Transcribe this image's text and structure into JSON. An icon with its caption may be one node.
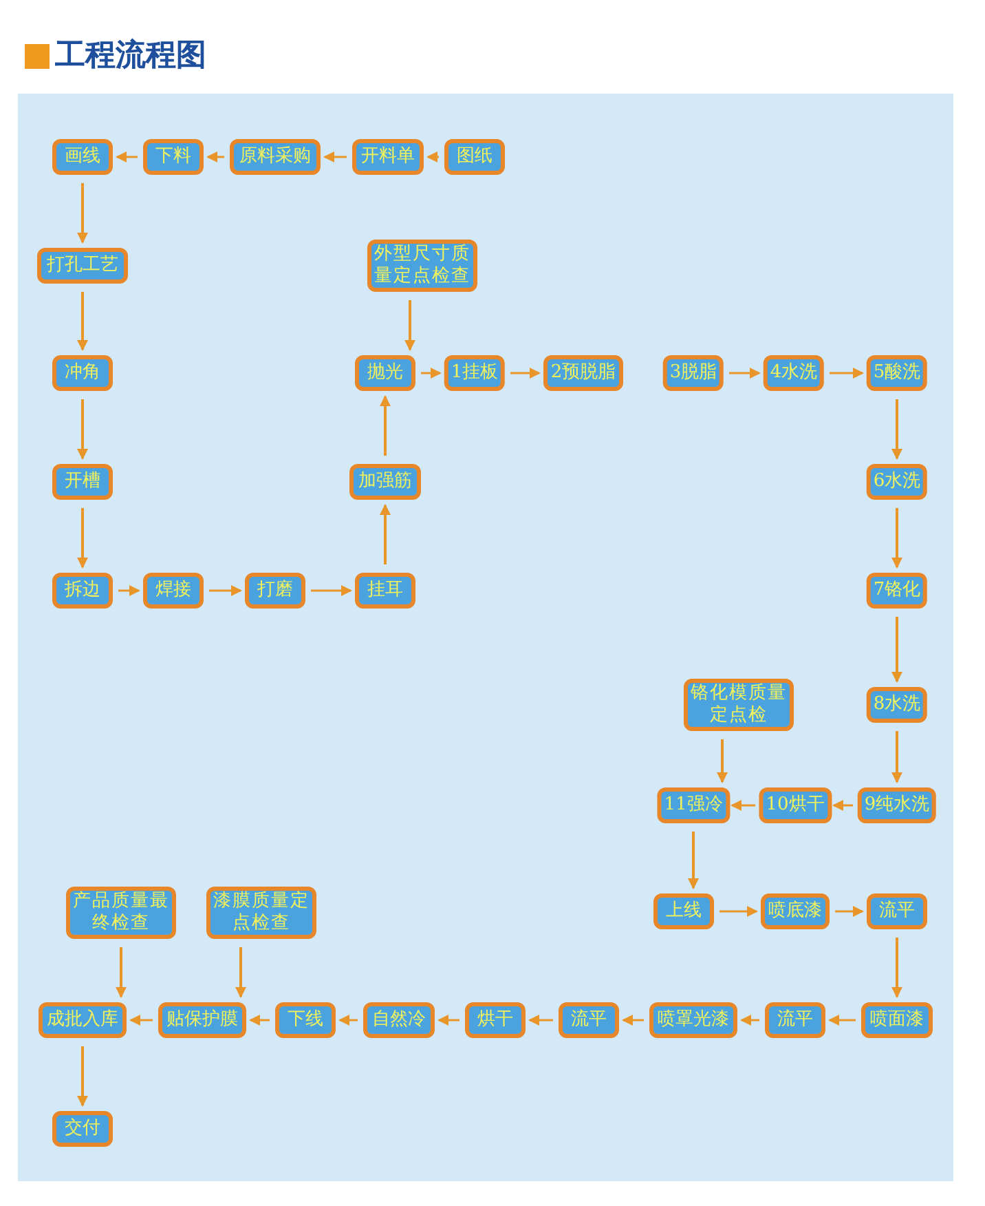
{
  "diagram": {
    "title": "工程流程图",
    "nodes": [
      {
        "text": [
          "图纸"
        ]
      },
      {
        "text": [
          "开料单"
        ]
      },
      {
        "text": [
          "原料采购"
        ]
      },
      {
        "text": [
          "下料"
        ]
      },
      {
        "text": [
          "画线"
        ]
      },
      {
        "text": [
          "打孔工艺"
        ]
      },
      {
        "text": [
          "冲角"
        ]
      },
      {
        "text": [
          "开槽"
        ]
      },
      {
        "text": [
          "拆边"
        ]
      },
      {
        "text": [
          "焊接"
        ]
      },
      {
        "text": [
          "打磨"
        ]
      },
      {
        "text": [
          "挂耳"
        ]
      },
      {
        "text": [
          "加强筋"
        ]
      },
      {
        "text": [
          "抛光"
        ]
      },
      {
        "text": [
          "外型尺寸质量定点检查"
        ]
      },
      {
        "text": [
          "1挂板"
        ]
      },
      {
        "text": [
          "2预脱脂"
        ]
      },
      {
        "text": [
          "3脱脂"
        ]
      },
      {
        "text": [
          "4水洗"
        ]
      },
      {
        "text": [
          "5酸洗"
        ]
      },
      {
        "text": [
          "6水洗"
        ]
      },
      {
        "text": [
          "7铬化"
        ]
      },
      {
        "text": [
          "8水洗"
        ]
      },
      {
        "text": [
          "9纯水洗"
        ]
      },
      {
        "text": [
          "10烘干"
        ]
      },
      {
        "text": [
          "铬化模质量定点检"
        ]
      },
      {
        "text": [
          "11强冷"
        ]
      },
      {
        "text": [
          "上线"
        ]
      },
      {
        "text": [
          "喷底漆"
        ]
      },
      {
        "text": [
          "流平"
        ]
      },
      {
        "text": [
          "喷面漆"
        ]
      },
      {
        "text": [
          "流平"
        ]
      },
      {
        "text": [
          "喷罩光漆"
        ]
      },
      {
        "text": [
          "流平"
        ]
      },
      {
        "text": [
          "烘干"
        ]
      },
      {
        "text": [
          "自然冷"
        ]
      },
      {
        "text": [
          "下线"
        ]
      },
      {
        "text": [
          "贴保护膜"
        ]
      },
      {
        "text": [
          "漆膜质量定点检查"
        ]
      },
      {
        "text": [
          "产品质量最终检查"
        ]
      },
      {
        "text": [
          "成批入库"
        ]
      },
      {
        "text": [
          "交付"
        ]
      }
    ],
    "edges": [
      {
        "from": 0,
        "to": 1,
        "arrow": "to"
      },
      {
        "from": 1,
        "to": 2,
        "arrow": "to"
      },
      {
        "from": 2,
        "to": 3,
        "arrow": "to"
      },
      {
        "from": 3,
        "to": 4,
        "arrow": "to"
      },
      {
        "from": 4,
        "to": 5,
        "arrow": "to"
      },
      {
        "from": 5,
        "to": 6,
        "arrow": "to"
      },
      {
        "from": 6,
        "to": 7,
        "arrow": "to"
      },
      {
        "from": 7,
        "to": 8,
        "arrow": "to"
      },
      {
        "from": 8,
        "to": 9,
        "arrow": "to"
      },
      {
        "from": 9,
        "to": 10,
        "arrow": "to"
      },
      {
        "from": 10,
        "to": 11,
        "arrow": "to"
      },
      {
        "from": 11,
        "to": 12,
        "arrow": "to"
      },
      {
        "from": 12,
        "to": 13,
        "arrow": "to"
      },
      {
        "from": 14,
        "to": 13,
        "arrow": "to"
      },
      {
        "from": 13,
        "to": 15,
        "arrow": "to"
      },
      {
        "from": 15,
        "to": 16,
        "arrow": "to"
      },
      {
        "from": 17,
        "to": 18,
        "arrow": "to"
      },
      {
        "from": 18,
        "to": 19,
        "arrow": "to"
      },
      {
        "from": 19,
        "to": 20,
        "arrow": "to"
      },
      {
        "from": 20,
        "to": 21,
        "arrow": "to"
      },
      {
        "from": 21,
        "to": 22,
        "arrow": "to"
      },
      {
        "from": 22,
        "to": 23,
        "arrow": "to"
      },
      {
        "from": 23,
        "to": 24,
        "arrow": "to"
      },
      {
        "from": 24,
        "to": 26,
        "arrow": "to"
      },
      {
        "from": 25,
        "to": 26,
        "arrow": "to"
      },
      {
        "from": 26,
        "to": 27,
        "arrow": "to"
      },
      {
        "from": 27,
        "to": 28,
        "arrow": "to"
      },
      {
        "from": 28,
        "to": 29,
        "arrow": "to"
      },
      {
        "from": 29,
        "to": 30,
        "arrow": "to"
      },
      {
        "from": 30,
        "to": 31,
        "arrow": "to"
      },
      {
        "from": 31,
        "to": 32,
        "arrow": "to"
      },
      {
        "from": 32,
        "to": 33,
        "arrow": "to"
      },
      {
        "from": 33,
        "to": 34,
        "arrow": "to"
      },
      {
        "from": 34,
        "to": 35,
        "arrow": "to"
      },
      {
        "from": 35,
        "to": 36,
        "arrow": "to"
      },
      {
        "from": 36,
        "to": 37,
        "arrow": "to"
      },
      {
        "from": 37,
        "to": 40,
        "arrow": "to"
      },
      {
        "from": 38,
        "to": 37,
        "arrow": "to"
      },
      {
        "from": 39,
        "to": 40,
        "arrow": "to"
      },
      {
        "from": 40,
        "to": 41,
        "arrow": "to"
      }
    ]
  }
}
